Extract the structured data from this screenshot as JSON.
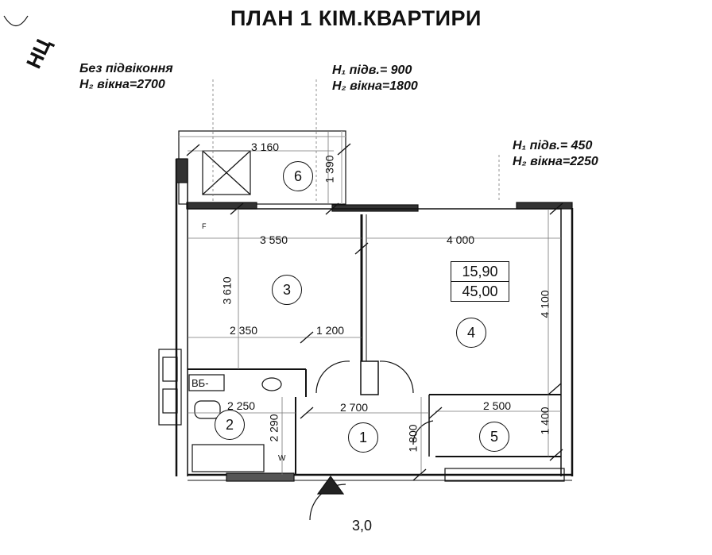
{
  "title": "ПЛАН 1 КІМ.КВАРТИРИ",
  "corner_mark": "НЦ",
  "notes": {
    "left_line1": "Без підвіконня",
    "left_line2": "H₂ вікна=2700",
    "mid_line1": "H₁ підв.= 900",
    "mid_line2": "H₂ вікна=1800",
    "right_line1": "H₁ підв.= 450",
    "right_line2": "H₂ вікна=2250"
  },
  "rooms": [
    {
      "num": "1"
    },
    {
      "num": "2"
    },
    {
      "num": "3"
    },
    {
      "num": "4"
    },
    {
      "num": "5"
    },
    {
      "num": "6"
    }
  ],
  "area_box": {
    "line1": "15,90",
    "line2": "45,00"
  },
  "dimensions": {
    "balcony_width": "3 160",
    "balcony_depth": "1 390",
    "kitchen_width": "3 550",
    "kitchen_depth": "3 610",
    "room_width": "4 000",
    "room_depth": "4 100",
    "kitchen_sub_left": "2 350",
    "kitchen_sub_right": "1 200",
    "bath_width": "2 250",
    "bath_depth": "2 290",
    "hall_width": "2 700",
    "hall_depth": "1 800",
    "storage_width": "2 500",
    "storage_depth": "1 400",
    "entry_partial": "3,0"
  },
  "labels": {
    "vb": "ВБ-",
    "f": "F",
    "w": "W"
  }
}
